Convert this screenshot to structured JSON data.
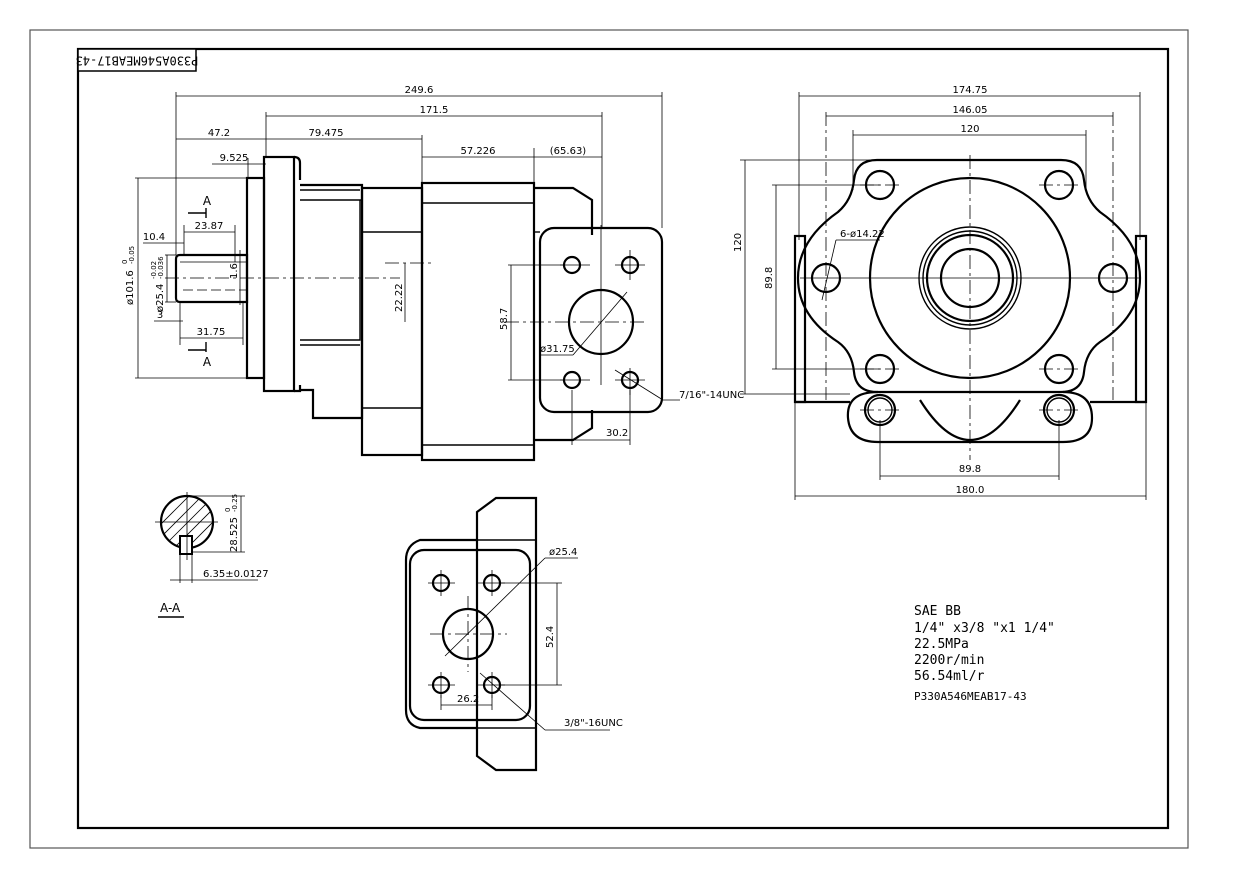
{
  "drawing": {
    "stamp_mirrored": "P330A546MEAB17-43",
    "side_view": {
      "dims": {
        "overall_length": "249.6",
        "body_length": "171.5",
        "shaft_to_flange": "47.2",
        "front_section": "79.475",
        "flange_thickness": "9.525",
        "middle_section": "57.226",
        "rear_section": "(65.63)",
        "key_length": "23.87",
        "shaft_step": "10.4",
        "pilot_dia": "ø101.6",
        "pilot_tol_upper": "0",
        "pilot_tol_lower": "-0.05",
        "shaft_dia": "ø25.4",
        "shaft_tol_upper": "-0.02",
        "shaft_tol_lower": "-0.036",
        "key_depth": "1.6",
        "chamfer": "3",
        "shaft_length": "31.75",
        "port_offset": "22.22",
        "port_pattern_v": "58.7",
        "port_dia": "ø31.75",
        "port_pattern_h": "30.2",
        "port_thread": "7/16\"-14UNC",
        "section_mark": "A"
      }
    },
    "front_view": {
      "dims": {
        "width_outer": "174.75",
        "bolt_span": "146.05",
        "flange_span": "120",
        "height": "120",
        "bolt_vertical": "89.8",
        "holes": "6-ø14.22",
        "bottom_holes": "89.8",
        "overall_width": "180.0"
      }
    },
    "section_aa": {
      "height_dim": "28.525",
      "height_tol_upper": "0",
      "height_tol_lower": "-0.25",
      "key_width": "6.35±0.0127",
      "label": "A-A"
    },
    "port_view": {
      "dims": {
        "port_dia": "ø25.4",
        "pattern_v": "52.4",
        "pattern_h": "26.2",
        "thread": "3/8\"-16UNC"
      }
    },
    "specs": {
      "flange": "SAE BB",
      "ports": "1/4\" x3/8 \"x1 1/4\"",
      "pressure": "22.5MPa",
      "speed": "2200r/min",
      "displacement": "56.54ml/r",
      "model": "P330A546MEAB17-43"
    }
  }
}
